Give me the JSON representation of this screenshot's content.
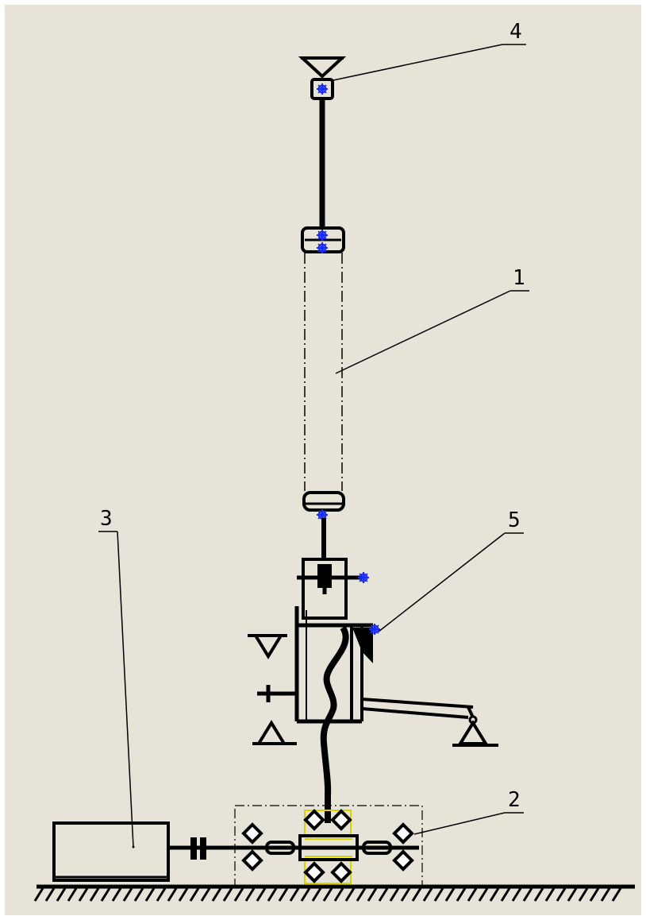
{
  "diagram": {
    "background": "#e6e4d9",
    "line_color": "#000000",
    "joint_color": "#1a2bff",
    "highlight_color": "#d9d100",
    "labels": [
      {
        "id": "label-1",
        "text": "1"
      },
      {
        "id": "label-2",
        "text": "2"
      },
      {
        "id": "label-3",
        "text": "3"
      },
      {
        "id": "label-4",
        "text": "4"
      },
      {
        "id": "label-5",
        "text": "5"
      }
    ]
  }
}
